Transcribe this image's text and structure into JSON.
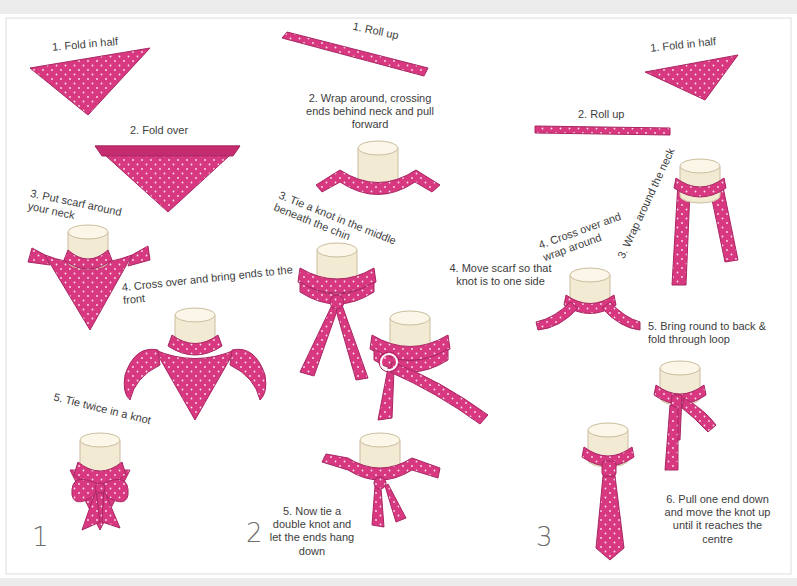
{
  "diagram": {
    "labels": [
      "1. Fold in half",
      "2. Fold over",
      "3. Put scarf around your neck",
      "4. Cross over and bring ends to the front",
      "5. Tie twice in a knot",
      "1",
      "1. Roll up",
      "2. Wrap around, crossing ends behind neck and pull forward",
      "3. Tie a knot in the middle beneath the chin",
      "4. Move scarf so that knot is to one side",
      "5. Now tie a double knot and let the ends hang down",
      "2",
      "1. Fold in half",
      "2. Roll up",
      "3. Wrap around the neck",
      "4. Cross over and wrap around",
      "5. Bring round to back & fold through loop",
      "6. Pull one end down and move the knot up until it reaches the centre",
      "3"
    ]
  }
}
